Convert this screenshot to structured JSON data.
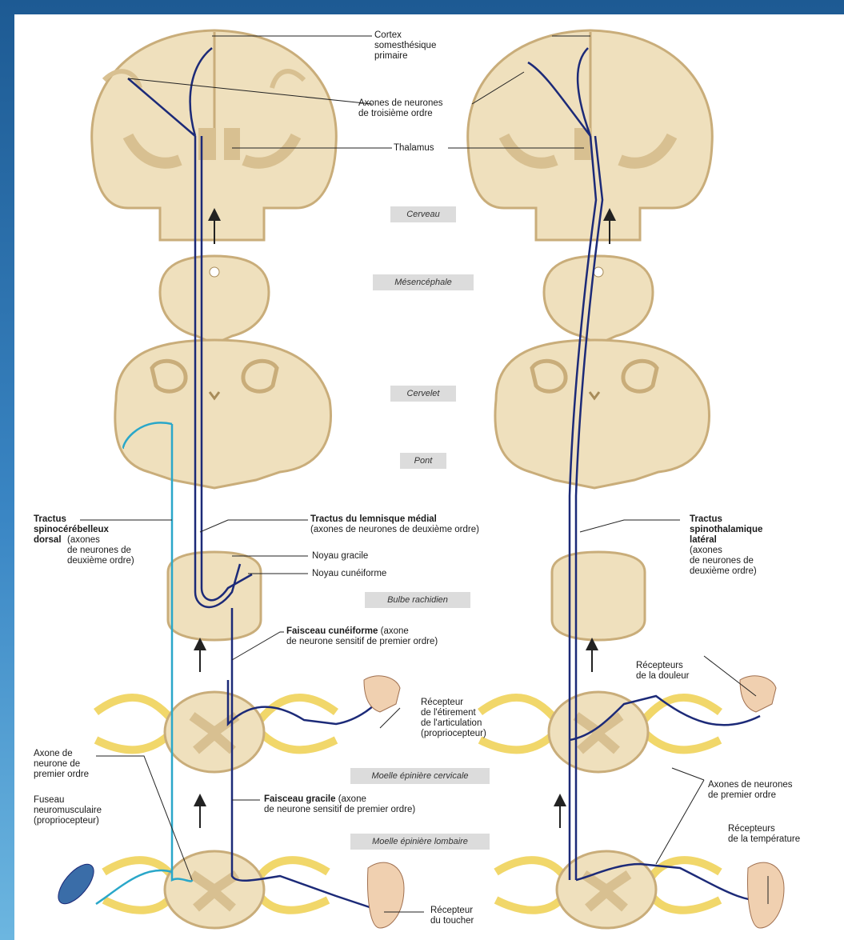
{
  "labels": {
    "cortex": "Cortex\nsomesthésique\nprimaire",
    "axones3": "Axones de neurones\nde troisième ordre",
    "thalamus": "Thalamus",
    "tractus_spinocereb_title": "Tractus\nspinocérébelleux\ndorsal",
    "tractus_spinocereb_sub": "(axones\nde neurones de\ndeuxième ordre)",
    "lemnisque_title": "Tractus du lemnisque médial",
    "lemnisque_sub": "(axones de neurones de deuxième ordre)",
    "noyau_gracile": "Noyau gracile",
    "noyau_cuneiforme": "Noyau cunéiforme",
    "spinothal_title": "Tractus\nspinothalamique\nlatéral",
    "spinothal_sub": "(axones\nde neurones de\ndeuxième ordre)",
    "faisceau_cuneiforme_title": "Faisceau cunéiforme",
    "faisceau_cuneiforme_sub": "(axone\nde neurone sensitif de premier ordre)",
    "recepteurs_douleur": "Récepteurs\nde la douleur",
    "recepteur_etirement": "Récepteur\nde l'étirement\nde l'articulation\n(propriocepteur)",
    "axone_premier": "Axone de\nneurone de\npremier ordre",
    "fuseau": "Fuseau\nneuromusculaire\n(propriocepteur)",
    "faisceau_gracile_title": "Faisceau gracile",
    "faisceau_gracile_sub": "(axone\nde neurone sensitif de premier ordre)",
    "axones_premier_ordre": "Axones de neurones\nde premier ordre",
    "recepteurs_temperature": "Récepteurs\nde la température",
    "recepteur_toucher": "Récepteur\ndu toucher"
  },
  "levels": {
    "cerveau": "Cerveau",
    "mesencephale": "Mésencéphale",
    "cervelet": "Cervelet",
    "pont": "Pont",
    "bulbe": "Bulbe rachidien",
    "moelle_cervicale": "Moelle épinière cervicale",
    "moelle_lombaire": "Moelle épinière lombaire"
  },
  "colors": {
    "tissue": "#efe0bd",
    "tissue_dark": "#c9ad7a",
    "grey_matter": "#d8c091",
    "nerve_yellow": "#f1d76a",
    "pathway_dark": "#1c2a78",
    "pathway_cyan": "#2aa7c9",
    "frame_blue": "#2b6fa8"
  }
}
